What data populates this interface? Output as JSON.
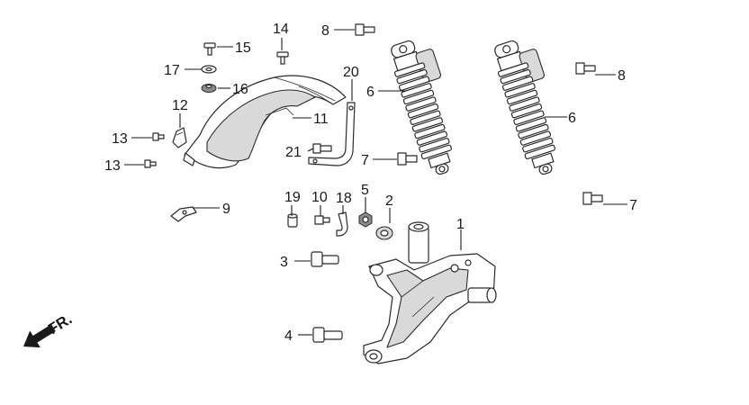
{
  "diagram": {
    "callouts": [
      {
        "id": "1",
        "text": "1"
      },
      {
        "id": "2",
        "text": "2"
      },
      {
        "id": "3",
        "text": "3"
      },
      {
        "id": "4",
        "text": "4"
      },
      {
        "id": "5",
        "text": "5"
      },
      {
        "id": "6a",
        "text": "6"
      },
      {
        "id": "6b",
        "text": "6"
      },
      {
        "id": "7a",
        "text": "7"
      },
      {
        "id": "7b",
        "text": "7"
      },
      {
        "id": "8a",
        "text": "8"
      },
      {
        "id": "8b",
        "text": "8"
      },
      {
        "id": "9",
        "text": "9"
      },
      {
        "id": "10",
        "text": "10"
      },
      {
        "id": "11",
        "text": "11"
      },
      {
        "id": "12",
        "text": "12"
      },
      {
        "id": "13a",
        "text": "13"
      },
      {
        "id": "13b",
        "text": "13"
      },
      {
        "id": "14",
        "text": "14"
      },
      {
        "id": "15",
        "text": "15"
      },
      {
        "id": "16",
        "text": "16"
      },
      {
        "id": "17",
        "text": "17"
      },
      {
        "id": "18",
        "text": "18"
      },
      {
        "id": "19",
        "text": "19"
      },
      {
        "id": "20",
        "text": "20"
      },
      {
        "id": "21",
        "text": "21"
      }
    ],
    "direction_label": "FR.",
    "direction_icon": "arrow-down-left-icon"
  }
}
